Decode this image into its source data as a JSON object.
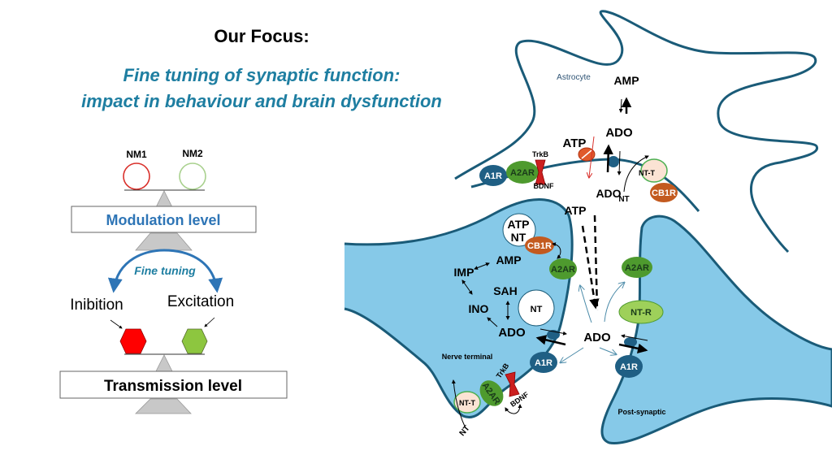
{
  "title": "Our Focus:",
  "subtitle": {
    "line1": "Fine tuning of synaptic function:",
    "line2": "impact in behaviour and brain dysfunction"
  },
  "balance": {
    "nm1": "NM1",
    "nm2": "NM2",
    "modulation_level": "Modulation level",
    "fine_tuning": "Fine tuning",
    "inhibition": "Inibition",
    "excitation": "Excitation",
    "transmission_level": "Transmission level"
  },
  "colors": {
    "teal_text": "#1e7ea1",
    "blue_text": "#2e75b6",
    "cell_fill": "#86c9e8",
    "membrane": "#1a5b78",
    "a1r": "#1f5f84",
    "a2ar": "#4e9a2e",
    "cb1r": "#c35a1f",
    "ntr": "#9ed05a",
    "inhibition": "#ff0000",
    "excitation": "#8dc63f",
    "nm1_ring": "#d9302b",
    "nm2_ring": "#a9d18e"
  },
  "astrocyte": {
    "label": "Astrocyte",
    "amp": "AMP",
    "ado_top": "ADO",
    "atp": "ATP",
    "ado_bottom": "ADO",
    "nt": "NT",
    "a1r": "A1R",
    "a2ar": "A2AR",
    "trkb": "TrkB",
    "bdnf": "BDNF",
    "ntt": "NT-T",
    "cb1r": "CB1R"
  },
  "nerve_terminal": {
    "label": "Nerve terminal",
    "vesicle1_line1": "ATP",
    "vesicle1_line2": "NT",
    "vesicle2": "NT",
    "cb1r": "CB1R",
    "a2ar_top": "A2AR",
    "amp": "AMP",
    "imp": "IMP",
    "sah": "SAH",
    "ino": "INO",
    "ado": "ADO",
    "a1r": "A1R",
    "trkb": "TrkB",
    "bdnf": "BDNF",
    "a2ar_bottom": "A2AR",
    "ntt": "NT-T",
    "nt": "NT"
  },
  "synaptic_cleft": {
    "atp": "ATP",
    "ado": "ADO"
  },
  "post_synaptic": {
    "label": "Post-synaptic",
    "a2ar": "A2AR",
    "ntr": "NT-R",
    "a1r": "A1R"
  }
}
